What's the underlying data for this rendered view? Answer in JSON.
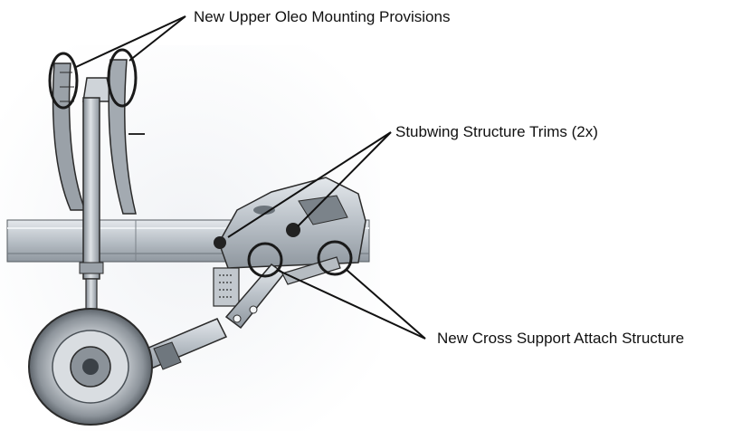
{
  "callouts": {
    "upper_oleo": "New Upper Oleo Mounting Provisions",
    "stubwing": "Stubwing Structure Trims (2x)",
    "cross_support": "New Cross Support Attach Structure"
  },
  "colors": {
    "background": "#ffffff",
    "metal": "#c9ced4",
    "metal_dark": "#8c939a",
    "outline": "#2b2b2b",
    "callout_line": "#111111",
    "highlight_circle": "#1a1a1a"
  }
}
